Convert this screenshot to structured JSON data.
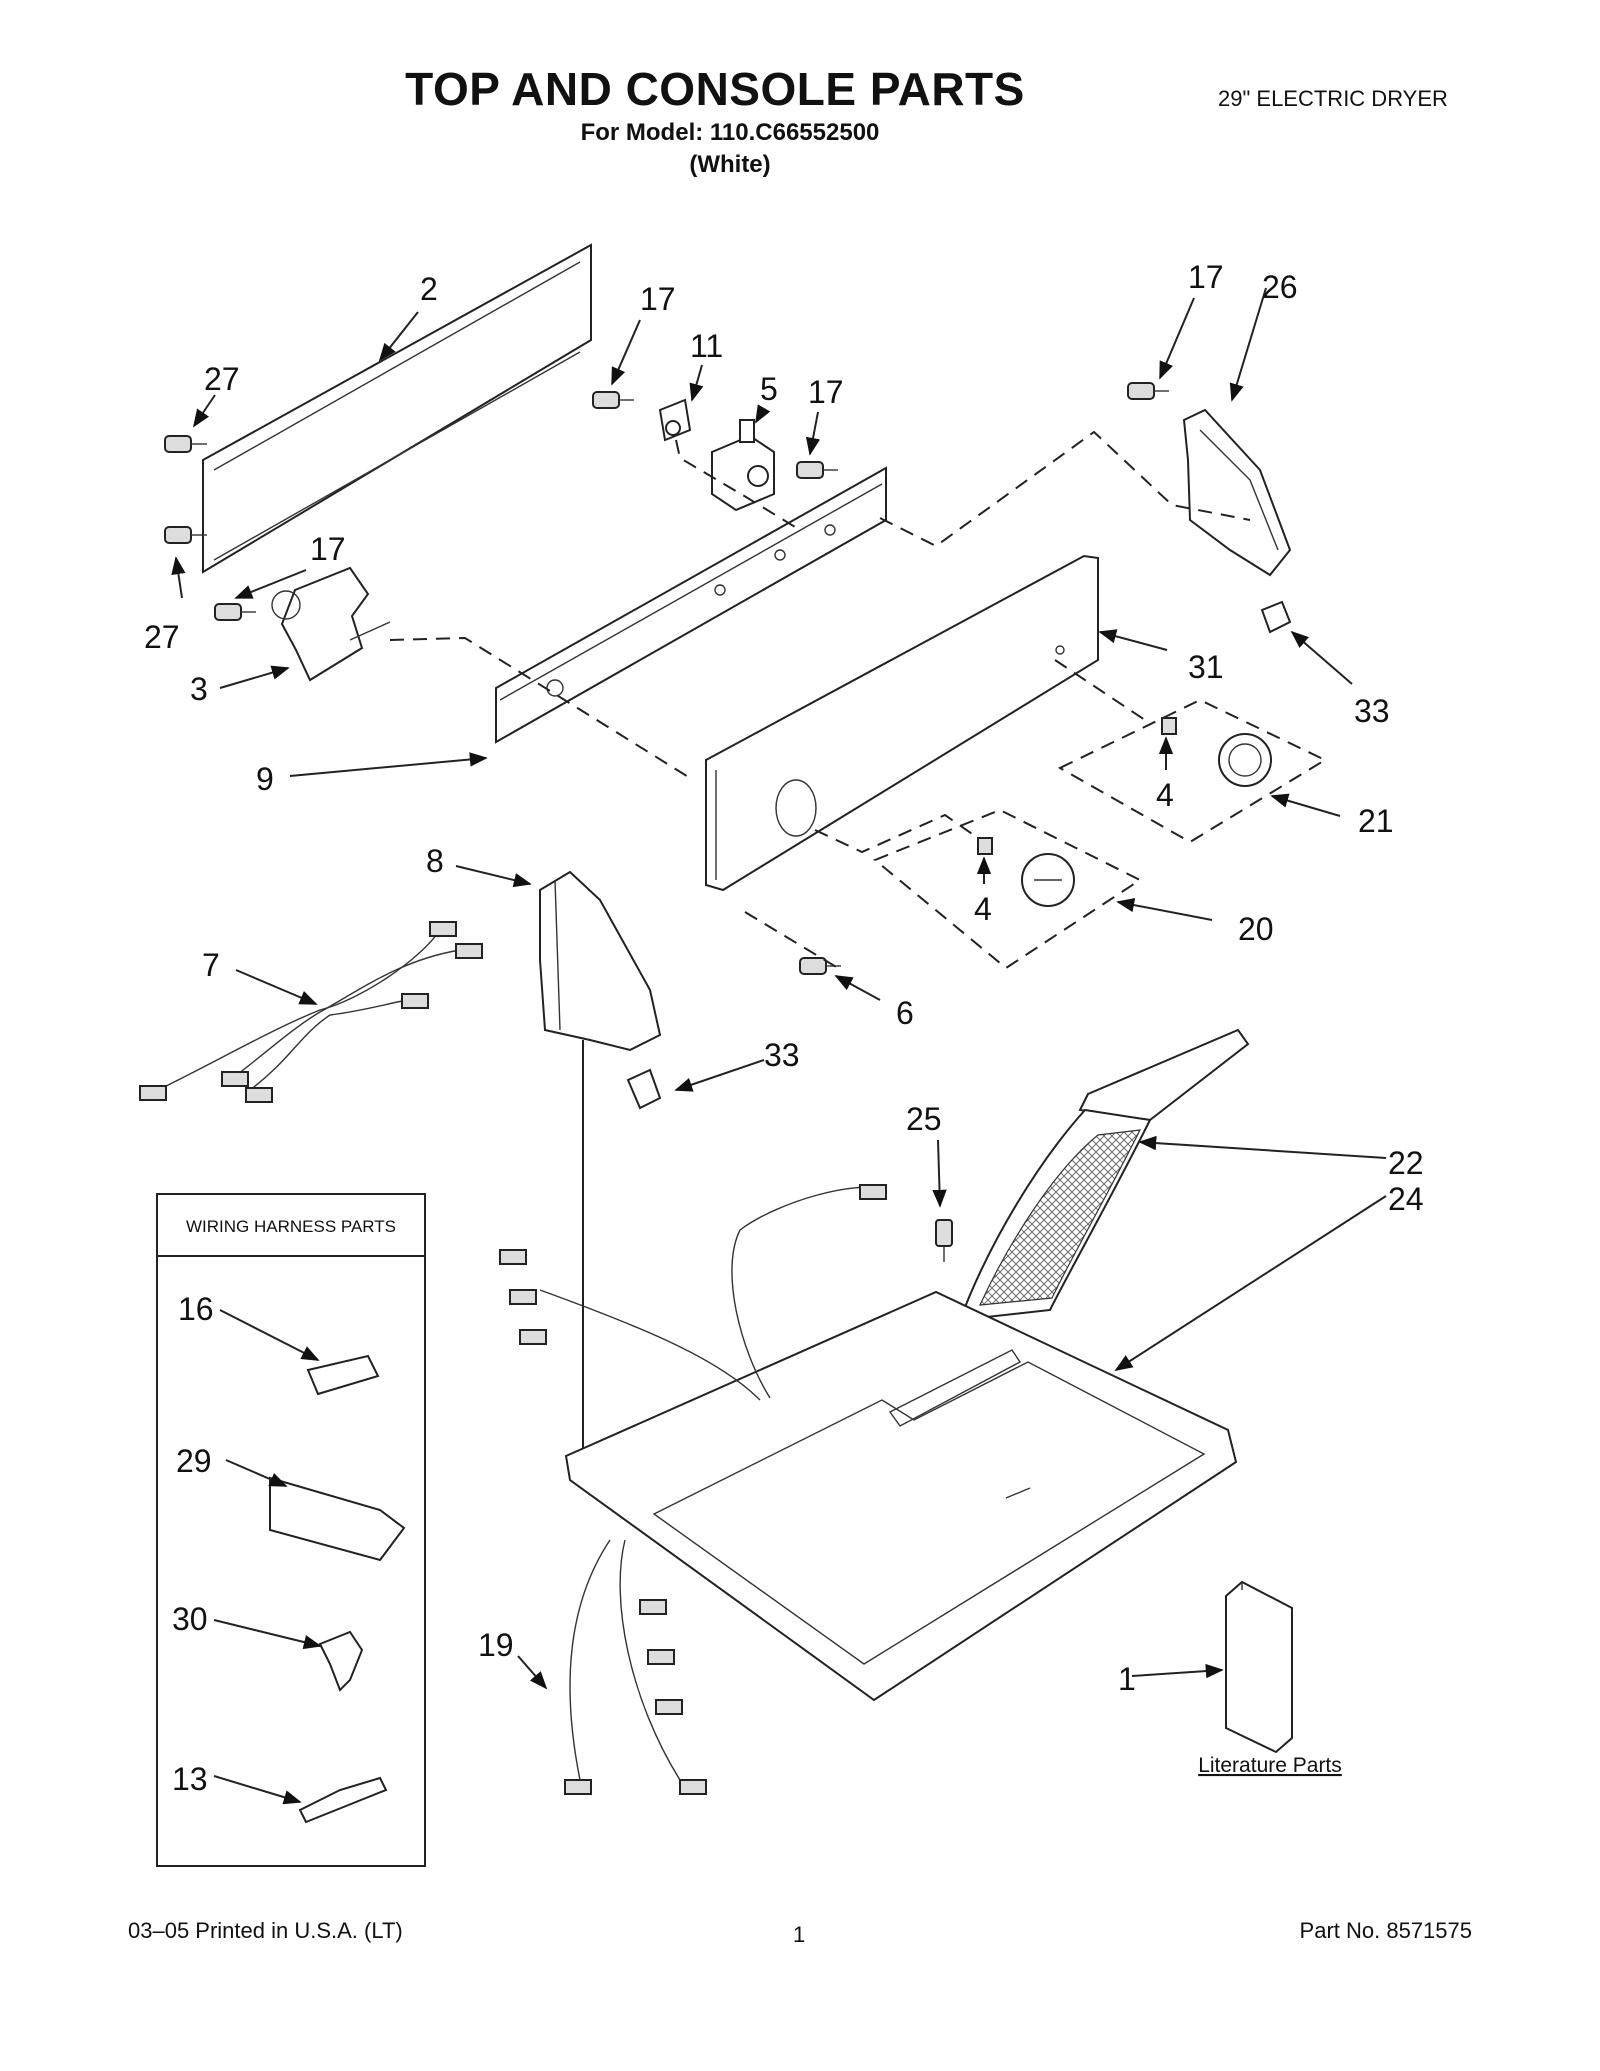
{
  "header": {
    "title": "TOP AND CONSOLE PARTS",
    "model_line": "For Model: 110.C66552500",
    "color_line": "(White)",
    "product": "29\" ELECTRIC DRYER"
  },
  "callouts": {
    "c2": "2",
    "c27a": "27",
    "c27b": "27",
    "c17a": "17",
    "c11": "11",
    "c5": "5",
    "c17b": "17",
    "c17c": "17",
    "c3": "3",
    "c9": "9",
    "c17d": "17",
    "c26": "26",
    "c31": "31",
    "c33a": "33",
    "c4a": "4",
    "c21": "21",
    "c4b": "4",
    "c20": "20",
    "c8": "8",
    "c7": "7",
    "c6": "6",
    "c33b": "33",
    "c25": "25",
    "c22": "22",
    "c24": "24",
    "c16": "16",
    "c29": "29",
    "c30": "30",
    "c13": "13",
    "c19": "19",
    "c1": "1"
  },
  "wiring_box": {
    "label": "WIRING HARNESS PARTS"
  },
  "literature": {
    "label": "Literature Parts"
  },
  "footer": {
    "print_info": "03–05 Printed in U.S.A. (LT)",
    "page_number": "1",
    "part_number": "Part No. 8571575"
  }
}
